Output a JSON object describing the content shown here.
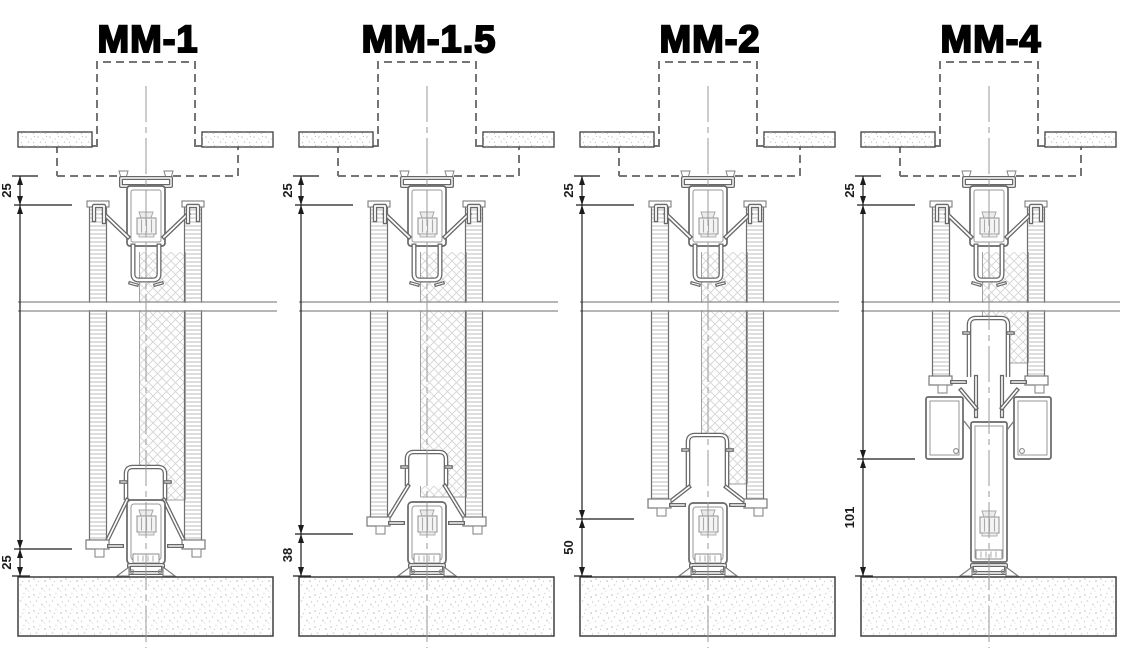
{
  "drawing": {
    "background": "#ffffff",
    "description_labels": [],
    "colors": {
      "profile_line": "#686868",
      "profile_inner": "#979797",
      "dim_line": "#1c1c1c",
      "dashed_line": "#757575",
      "break_line": "#8a8a8a",
      "centerline": "#9a9a9a",
      "hatch_board": "#bdbdbd",
      "hatch_core": "#d2d2d2",
      "stipple": "#c8c8c8",
      "floor_border": "#3f3f3f",
      "title_color": "#000000"
    },
    "panels": [
      {
        "id": "mm-1",
        "title": "MM-1",
        "variant": "v1",
        "top_dim": "25",
        "bottom_dim": "25"
      },
      {
        "id": "mm-1-5",
        "title": "MM-1.5",
        "variant": "v1_5",
        "top_dim": "25",
        "bottom_dim": "38"
      },
      {
        "id": "mm-2",
        "title": "MM-2",
        "variant": "v2",
        "top_dim": "25",
        "bottom_dim": "50"
      },
      {
        "id": "mm-4",
        "title": "MM-4",
        "variant": "v4",
        "top_dim": "25",
        "bottom_dim": "101"
      }
    ]
  }
}
